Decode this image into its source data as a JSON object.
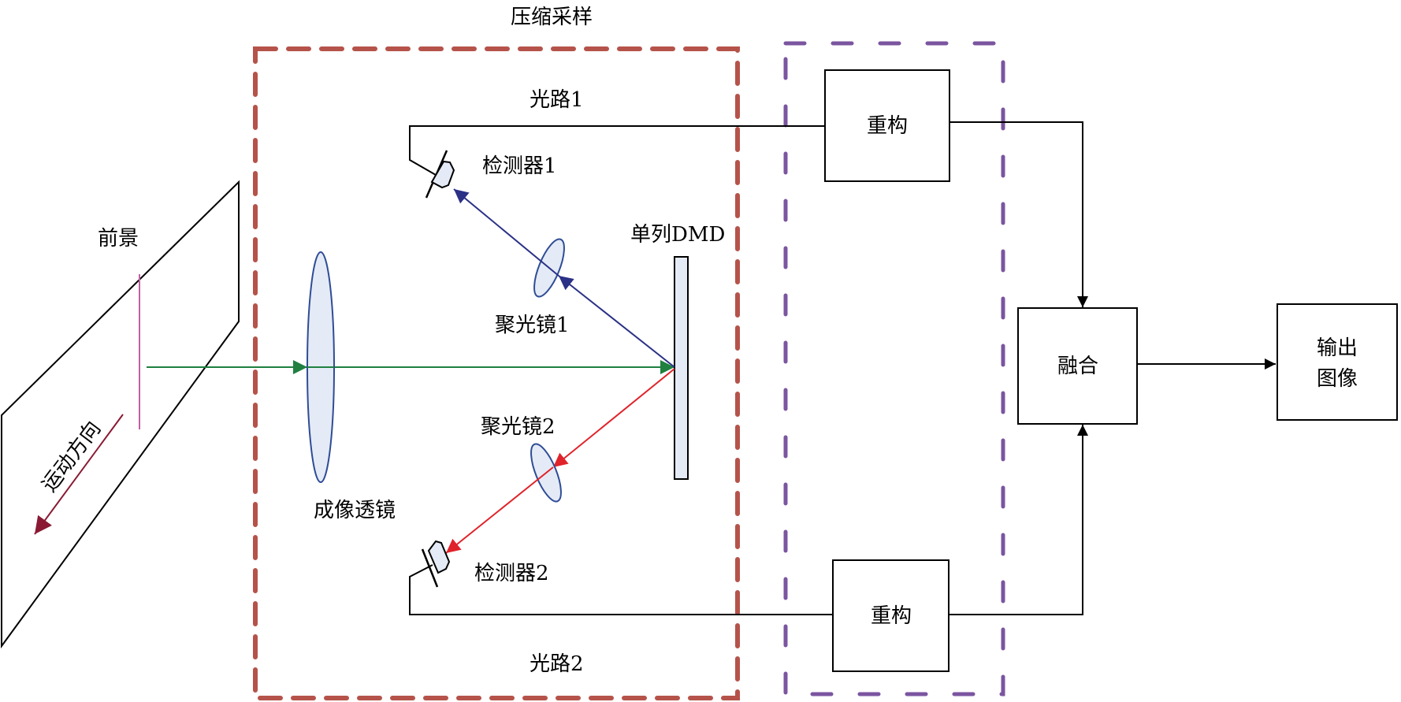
{
  "title": "压缩采样",
  "labels": {
    "foreground": "前景",
    "motion_direction": "运动方向",
    "imaging_lens": "成像透镜",
    "condenser1": "聚光镜1",
    "condenser2": "聚光镜2",
    "detector1": "检测器1",
    "detector2": "检测器2",
    "dmd": "单列DMD",
    "path1": "光路1",
    "path2": "光路2"
  },
  "blocks": {
    "reconstruct_top": "重构",
    "reconstruct_bottom": "重构",
    "fusion": "融合",
    "output_line1": "输出",
    "output_line2": "图像"
  },
  "colors": {
    "sampling_box": "#b5534a",
    "reconstruct_box": "#7b55a0",
    "incident_ray": "#1f8040",
    "path1_ray": "#2b3186",
    "path2_ray": "#e0232a",
    "motion_arrow": "#8a1a33",
    "scan_line": "#c060a0",
    "lens_fill": "#e4ebf6",
    "lens_stroke": "#2f4c96"
  }
}
